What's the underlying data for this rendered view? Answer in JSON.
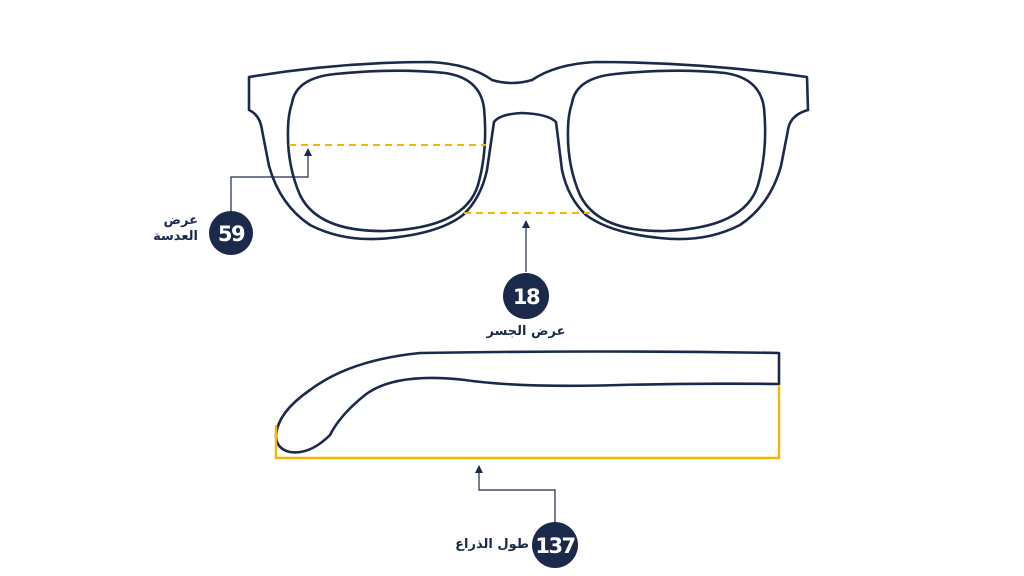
{
  "measurements": {
    "lens_width": {
      "value": "59",
      "label_line1": "عرض",
      "label_line2": "العدسة"
    },
    "bridge_width": {
      "value": "18",
      "label": "عرض الجسر"
    },
    "temple_length": {
      "value": "137",
      "label": "طول الذراع"
    }
  },
  "colors": {
    "outline": "#1b2a4a",
    "measure_line": "#f2b705",
    "badge": "#1b2a4a"
  }
}
